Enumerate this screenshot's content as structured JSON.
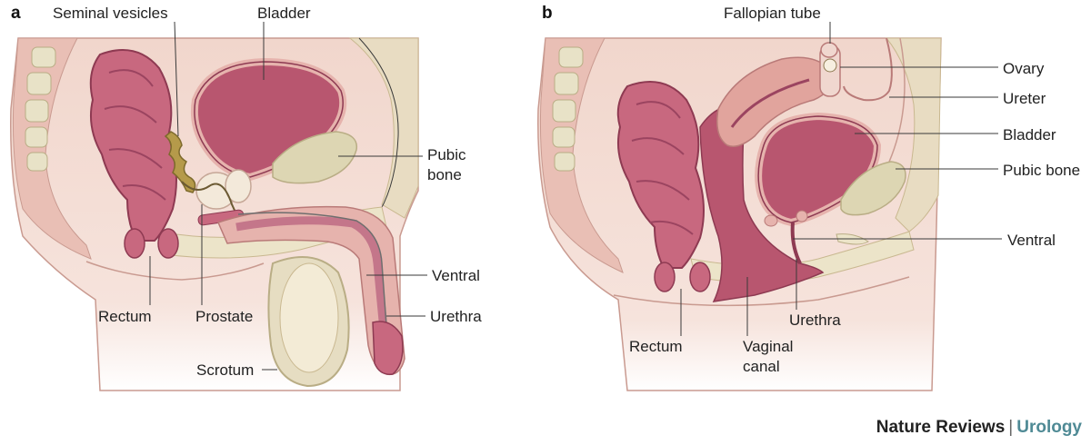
{
  "panel_a": {
    "letter": "a",
    "labels": {
      "seminal_vesicles": "Seminal vesicles",
      "bladder": "Bladder",
      "pubic_bone_line1": "Pubic",
      "pubic_bone_line2": "bone",
      "ventral": "Ventral",
      "urethra": "Urethra",
      "rectum": "Rectum",
      "prostate": "Prostate",
      "scrotum": "Scrotum"
    }
  },
  "panel_b": {
    "letter": "b",
    "labels": {
      "fallopian_tube": "Fallopian tube",
      "ovary": "Ovary",
      "ureter": "Ureter",
      "bladder": "Bladder",
      "pubic_bone": "Pubic bone",
      "ventral": "Ventral",
      "rectum": "Rectum",
      "vaginal_canal_line1": "Vaginal",
      "vaginal_canal_line2": "canal",
      "urethra": "Urethra"
    }
  },
  "footer": {
    "brand": "Nature Reviews",
    "separator": "|",
    "journal": "Urology"
  },
  "colors": {
    "skin": "#f1d6cc",
    "tissue": "#e6b3ad",
    "organ": "#b8566f",
    "organ_dark": "#a04160",
    "bone": "#e8e2c7",
    "bone_dark": "#d8d0a8",
    "accent": "#4f8a95"
  }
}
